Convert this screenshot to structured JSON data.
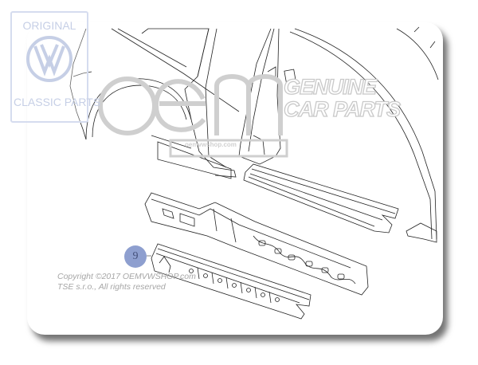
{
  "watermark": {
    "vw_top": "ORIGINAL",
    "vw_bottom": "CLASSIC PARTS",
    "oem_logo": "oem",
    "genuine_line1": "GENUINE",
    "genuine_line2": "CAR PARTS",
    "site": "oemvwshop.com"
  },
  "callouts": [
    {
      "label": "9"
    }
  ],
  "copyright": {
    "line1": "Copyright ©2017 OEMVWSHOP.com",
    "line2": "TSE s.r.o., All rights reserved"
  },
  "colors": {
    "badge": "#8e9fcf",
    "watermark": "#c6cfe6",
    "line": "#222222"
  }
}
